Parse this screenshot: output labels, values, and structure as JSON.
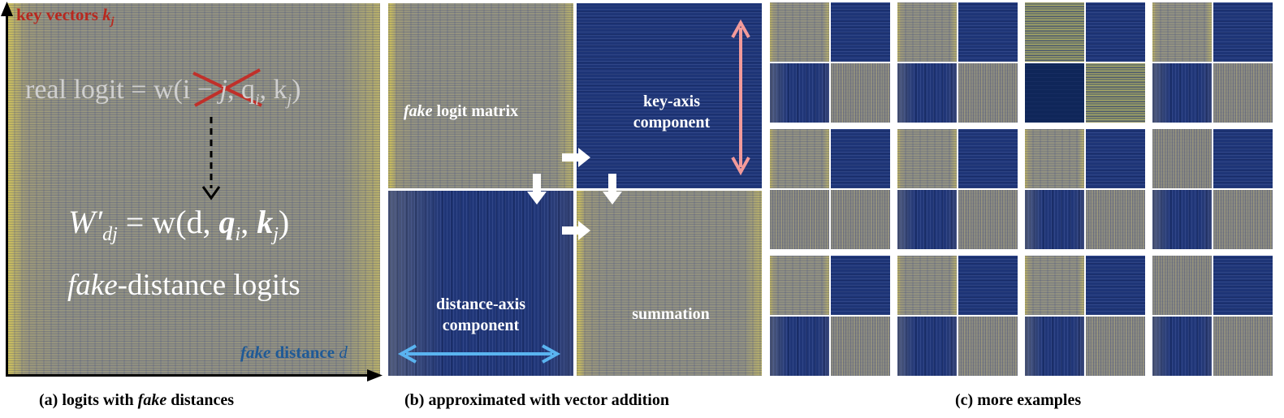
{
  "panel_a": {
    "key_vectors_prefix": "key vectors ",
    "key_vectors_var": "k",
    "key_vectors_sub": "j",
    "real_logit_prefix": "real logit = w(i",
    "real_logit_dash": " − ",
    "real_logit_j": "j",
    "real_logit_rest": ", q",
    "real_logit_qi_sub": "i",
    "real_logit_k": ", k",
    "real_logit_kj_sub": "j",
    "real_logit_close": ")",
    "w_prime_W": "W′",
    "w_prime_sub": "dj",
    "w_prime_eq": " = w(d, ",
    "w_prime_q": "q",
    "w_prime_q_sub": "i",
    "w_prime_comma": ", ",
    "w_prime_k": "k",
    "w_prime_k_sub": "j",
    "w_prime_close": ")",
    "fake_logits_fake": "fake",
    "fake_logits_rest": "-distance logits",
    "fake_dist_fake": "fake",
    "fake_dist_mid": " distance ",
    "fake_dist_var": "d",
    "caption_prefix": "(a) logits with ",
    "caption_fake": "fake",
    "caption_suffix": " distances"
  },
  "panel_b": {
    "fake_logit_fake": "fake",
    "fake_logit_rest": " logit matrix",
    "key_axis_line1": "key-axis",
    "key_axis_line2": "component",
    "distance_axis_line1": "distance-axis",
    "distance_axis_line2": "component",
    "summation": "summation",
    "caption": "(b) approximated with vector addition"
  },
  "panel_c": {
    "caption": "(c) more examples"
  },
  "colors": {
    "key_red": "#b8281e",
    "distance_blue": "#1f5a96",
    "heat_yellow": "#d7c855",
    "heat_blue": "#1e3577",
    "pink_arrow": "#f29a9a",
    "cyan_arrow": "#5ab4f0",
    "cross_red": "#c0302a"
  }
}
